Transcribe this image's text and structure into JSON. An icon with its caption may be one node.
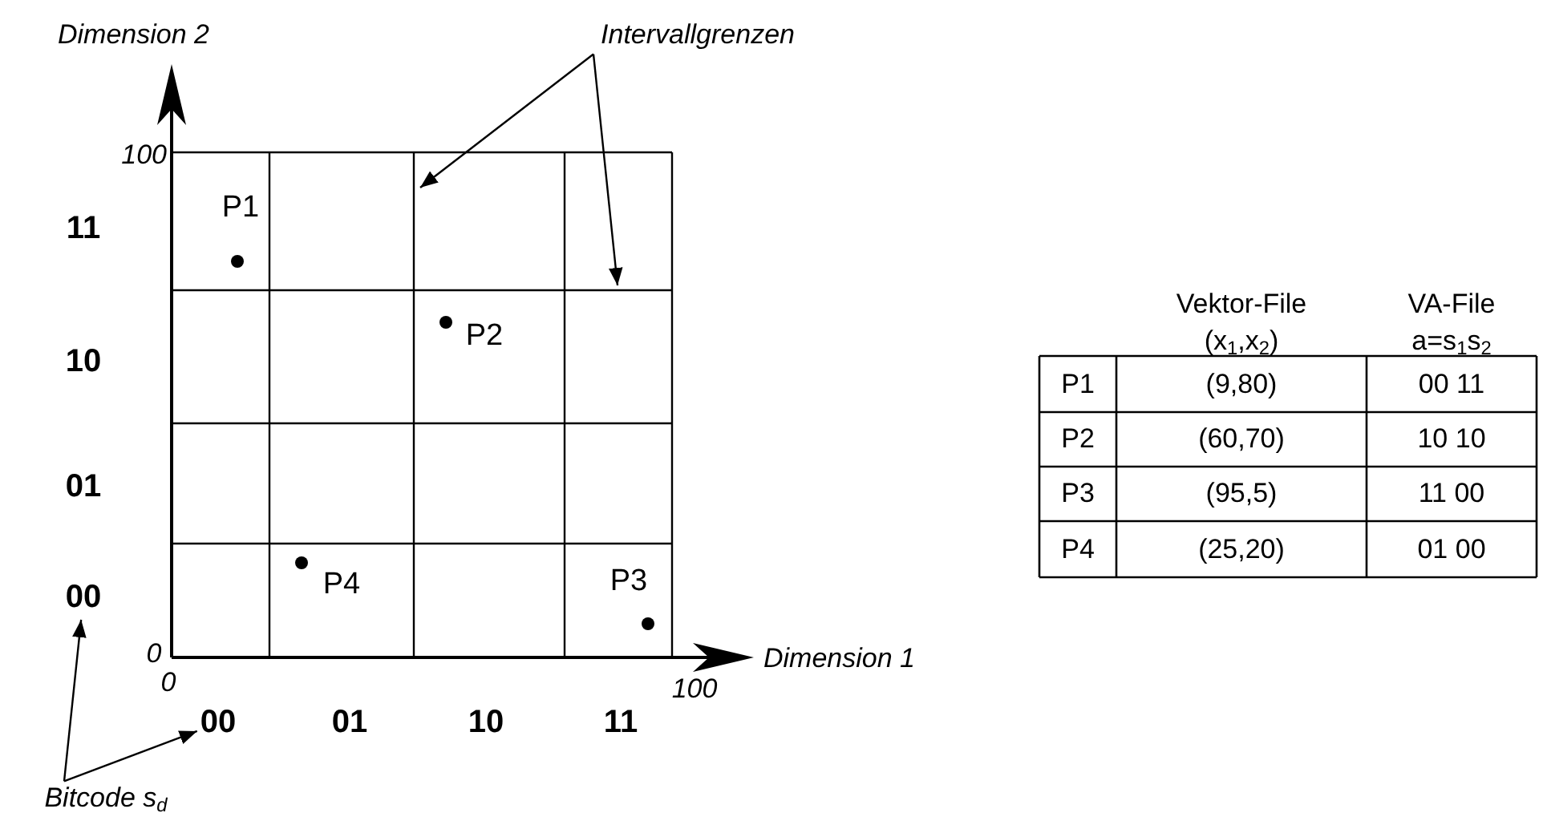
{
  "diagram": {
    "nodes": [
      {
        "text": [
          "Intervallgrenzen"
        ]
      },
      {
        "text": [
          "Bitcode s$_{d}$"
        ]
      },
      {
        "text": [
          "00"
        ]
      },
      {
        "text": [
          "00"
        ]
      }
    ],
    "edges": [
      {
        "from": 0,
        "to": null,
        "arrow": "to"
      },
      {
        "from": 0,
        "to": null,
        "arrow": "to"
      },
      {
        "from": 1,
        "to": 2,
        "arrow": "to"
      },
      {
        "from": 1,
        "to": 3,
        "arrow": "to"
      }
    ],
    "labels": [
      "Dimension 2",
      "100",
      "11",
      "P1",
      "P2",
      "10",
      "01",
      "P4",
      "P3",
      "0",
      "Dimension 1",
      "0",
      "100",
      "01",
      "10",
      "11",
      "Vektor-File",
      "VA-File",
      "(x$_{1}$,x$_{2}$)",
      "a=s$_{1}$s$_{2}$",
      "P1",
      "(9,80)",
      "00 11",
      "P2",
      "(60,70)",
      "10 10",
      "P3",
      "(95,5)",
      "11 00",
      "P4",
      "(25,20)",
      "01 00"
    ]
  }
}
